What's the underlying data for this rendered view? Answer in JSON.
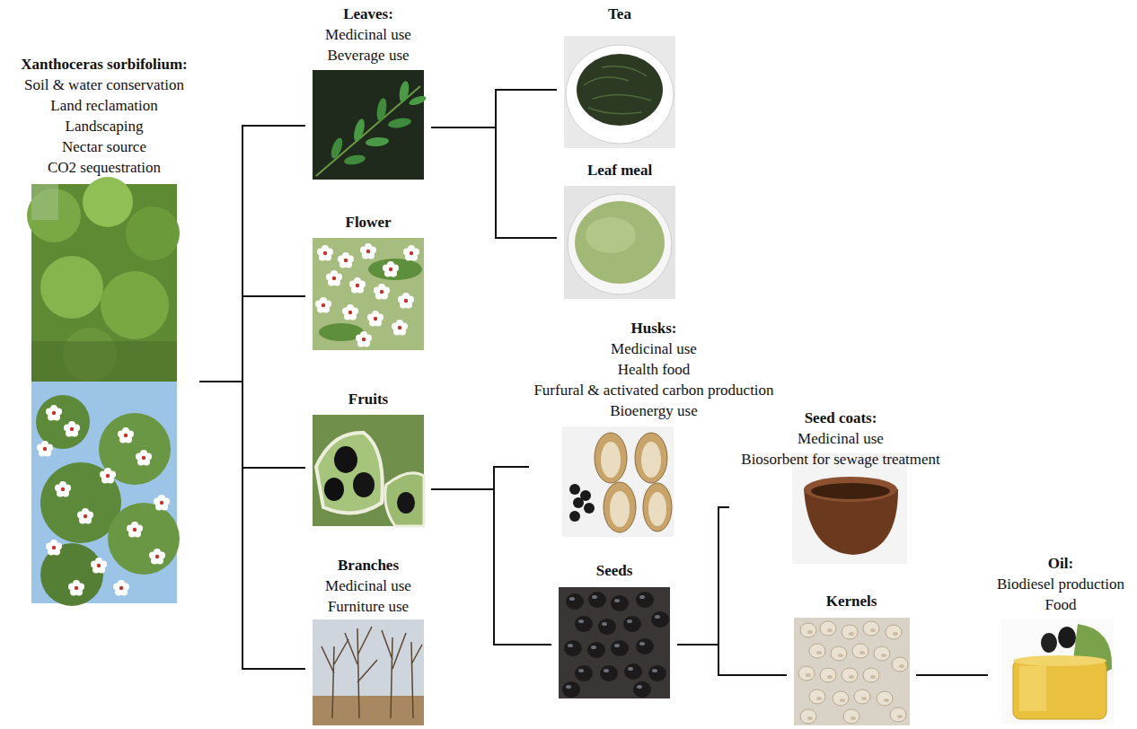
{
  "diagram": {
    "nodes": [
      {
        "text": [
          "Xanthoceras sorbifolium:",
          "Soil & water conservation",
          "Land reclamation",
          "Landscaping",
          "Nectar source",
          "CO2 sequestration"
        ]
      },
      {
        "text": [
          "Leaves:",
          "Medicinal use",
          "Beverage use"
        ]
      },
      {
        "text": [
          "Flower"
        ]
      },
      {
        "text": [
          "Fruits"
        ]
      },
      {
        "text": [
          "Branches",
          "Medicinal use",
          "Furniture use"
        ]
      },
      {
        "text": [
          "Tea"
        ]
      },
      {
        "text": [
          "Leaf meal"
        ]
      },
      {
        "text": [
          "Husks:",
          "Medicinal use",
          "Health food",
          "Furfural & activated carbon production",
          "Bioenergy use"
        ]
      },
      {
        "text": [
          "Seeds"
        ]
      },
      {
        "text": [
          "Seed coats:",
          "Medicinal use",
          "Biosorbent for sewage treatment"
        ]
      },
      {
        "text": [
          "Kernels"
        ]
      },
      {
        "text": [
          "Oil:",
          "Biodiesel production",
          "Food"
        ]
      }
    ],
    "edges": [
      {
        "from": 0,
        "to": 1,
        "arrow": "none"
      },
      {
        "from": 0,
        "to": 2,
        "arrow": "none"
      },
      {
        "from": 0,
        "to": 3,
        "arrow": "none"
      },
      {
        "from": 0,
        "to": 4,
        "arrow": "none"
      },
      {
        "from": 1,
        "to": 5,
        "arrow": "none"
      },
      {
        "from": 1,
        "to": 6,
        "arrow": "none"
      },
      {
        "from": 3,
        "to": 7,
        "arrow": "none"
      },
      {
        "from": 3,
        "to": 8,
        "arrow": "none"
      },
      {
        "from": 8,
        "to": 9,
        "arrow": "none"
      },
      {
        "from": 8,
        "to": 10,
        "arrow": "none"
      },
      {
        "from": 10,
        "to": 11,
        "arrow": "none"
      }
    ]
  }
}
